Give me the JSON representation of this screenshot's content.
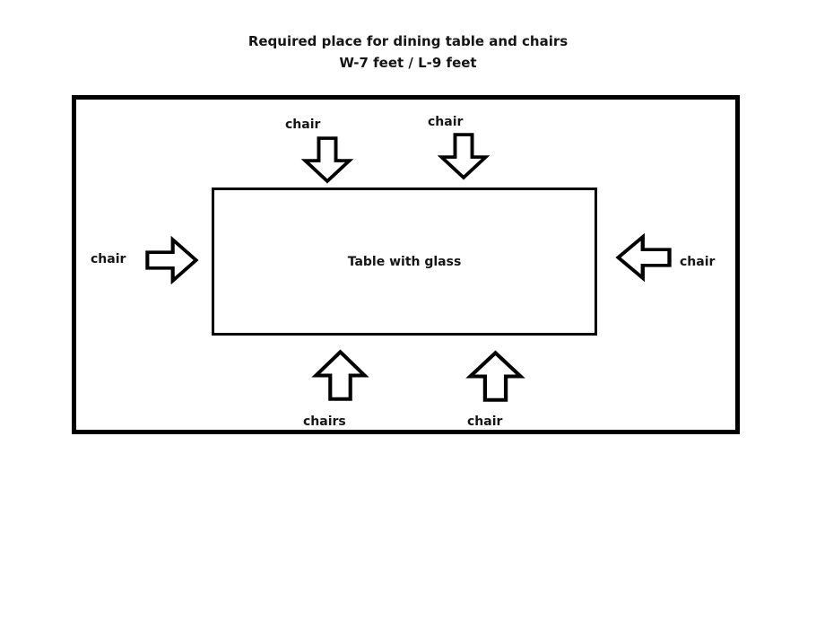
{
  "title": {
    "line1": "Required place for dining table and chairs",
    "line2": "W-7 feet / L-9 feet"
  },
  "room": {
    "name": "dining-room-outline",
    "border_color": "#000000",
    "fill_color": "#ffffff"
  },
  "table": {
    "label": "Table with glass",
    "border_color": "#000000",
    "fill_color": "#ffffff"
  },
  "chairs": [
    {
      "id": "top-left",
      "label": "chair",
      "direction": "down",
      "icon": "arrow-down-icon"
    },
    {
      "id": "top-right",
      "label": "chair",
      "direction": "down",
      "icon": "arrow-down-icon"
    },
    {
      "id": "left",
      "label": "chair",
      "direction": "right",
      "icon": "arrow-right-icon"
    },
    {
      "id": "right",
      "label": "chair",
      "direction": "left",
      "icon": "arrow-left-icon"
    },
    {
      "id": "bottom-left",
      "label": "chairs",
      "direction": "up",
      "icon": "arrow-up-icon"
    },
    {
      "id": "bottom-right",
      "label": "chair",
      "direction": "up",
      "icon": "arrow-up-icon"
    }
  ],
  "colors": {
    "background": "#ffffff",
    "line": "#000000",
    "text": "#151515"
  }
}
